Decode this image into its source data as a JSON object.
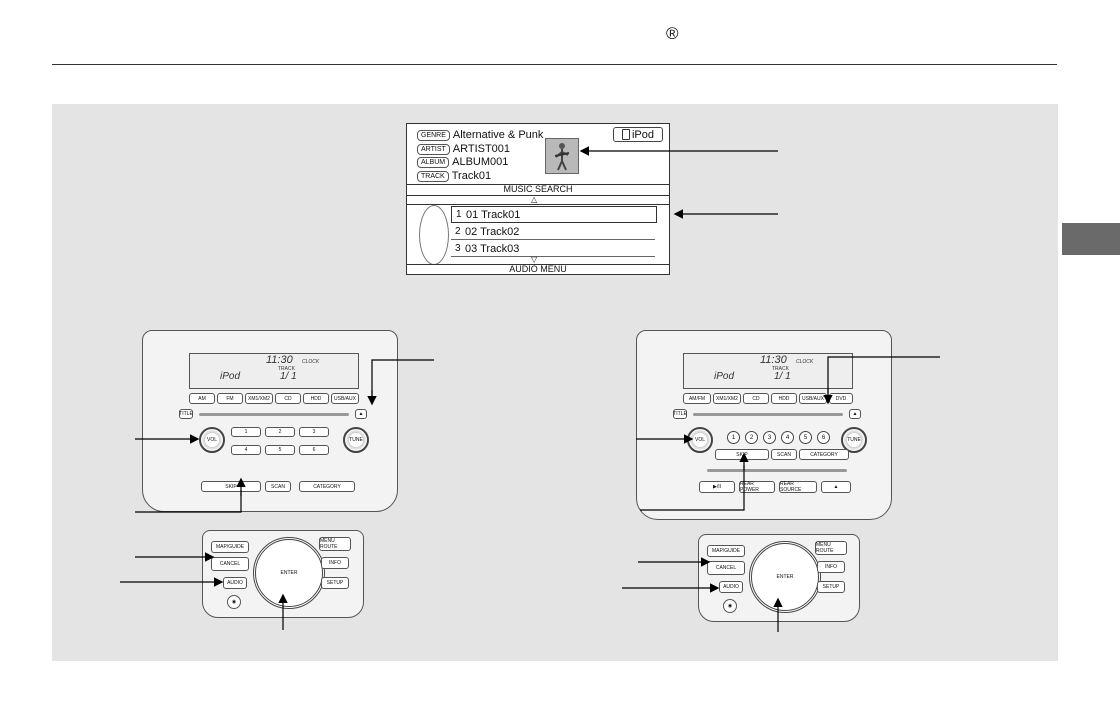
{
  "header": {
    "registered_mark": "®"
  },
  "screen": {
    "genre_tag": "GENRE",
    "genre_value": "Alternative & Punk",
    "artist_tag": "ARTIST",
    "artist_value": "ARTIST001",
    "album_tag": "ALBUM",
    "album_value": "ALBUM001",
    "track_tag": "TRACK",
    "track_value": "Track01",
    "source_badge": "iPod",
    "music_search_label": "MUSIC SEARCH",
    "tracks": [
      {
        "num": "1",
        "title": "01 Track01",
        "selected": true
      },
      {
        "num": "2",
        "title": "02 Track02",
        "selected": false
      },
      {
        "num": "3",
        "title": "03 Track03",
        "selected": false
      }
    ],
    "audio_menu_label": "AUDIO MENU"
  },
  "left_console": {
    "clock": "11:30",
    "clock_label": "CLOCK",
    "track_label": "TRACK",
    "source": "iPod",
    "track_index": "1/ 1",
    "band_buttons": [
      "AM",
      "FM",
      "XM1/XM2",
      "CD",
      "HDD",
      "USB/AUX"
    ],
    "title_button": "TITLE",
    "presets": [
      "1",
      "2",
      "3",
      "4",
      "5",
      "6"
    ],
    "vol": "VOL",
    "tune": "TUNE",
    "skip": "SKIP",
    "scan": "SCAN",
    "category": "CATEGORY"
  },
  "right_console": {
    "clock": "11:30",
    "clock_label": "CLOCK",
    "track_label": "TRACK",
    "source": "iPod",
    "track_index": "1/ 1",
    "band_buttons": [
      "AM/FM",
      "XM1/XM2",
      "CD",
      "HDD",
      "USB/AUX",
      "DVD"
    ],
    "title_button": "TITLE",
    "presets": [
      "1",
      "2",
      "3",
      "4",
      "5",
      "6"
    ],
    "vol": "VOL",
    "tune": "TUNE",
    "skip": "SKIP",
    "scan": "SCAN",
    "category": "CATEGORY",
    "rear_power": "REAR POWER",
    "rear_source": "REAR SOURCE"
  },
  "nav_panel": {
    "map_guide": "MAP/GUIDE",
    "menu_route": "MENU ROUTE",
    "cancel": "CANCEL",
    "info": "INFO",
    "enter": "ENTER",
    "audio": "AUDIO",
    "setup": "SETUP"
  }
}
